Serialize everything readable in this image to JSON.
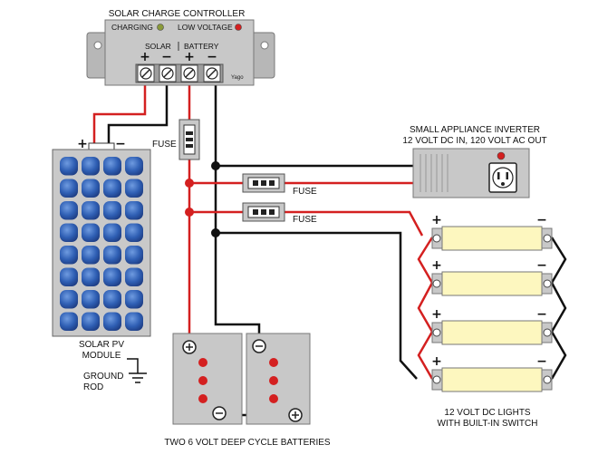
{
  "controller": {
    "title": "SOLAR CHARGE CONTROLLER",
    "charging_label": "CHARGING",
    "low_voltage_label": "LOW  VOLTAGE",
    "solar_label": "SOLAR",
    "battery_label": "BATTERY",
    "brand": "Yago",
    "charging_led_color": "#8a9a3a",
    "low_voltage_led_color": "#d42020"
  },
  "inverter": {
    "title": "SMALL APPLIANCE INVERTER",
    "subtitle": "12 VOLT DC IN,  120 VOLT AC OUT"
  },
  "fuses": {
    "controller_fuse": "FUSE",
    "inverter_fuse": "FUSE",
    "lights_fuse": "FUSE"
  },
  "pv_module": {
    "line1": "SOLAR PV",
    "line2": "MODULE",
    "plus": "+",
    "minus": "−"
  },
  "ground": {
    "line1": "GROUND",
    "line2": "ROD"
  },
  "batteries": {
    "label": "TWO 6  VOLT  DEEP CYCLE  BATTERIES"
  },
  "lights": {
    "line1": "12 VOLT  DC  LIGHTS",
    "line2": "WITH BUILT-IN SWITCH"
  },
  "terminal_signs": {
    "plus": "+",
    "minus": "−"
  },
  "colors": {
    "wire_positive": "#d42020",
    "wire_negative": "#111111",
    "enclosure_gray": "#c8c8c8",
    "panel_blue": "#2f5fb4",
    "light_fill": "#fdf7bf"
  }
}
